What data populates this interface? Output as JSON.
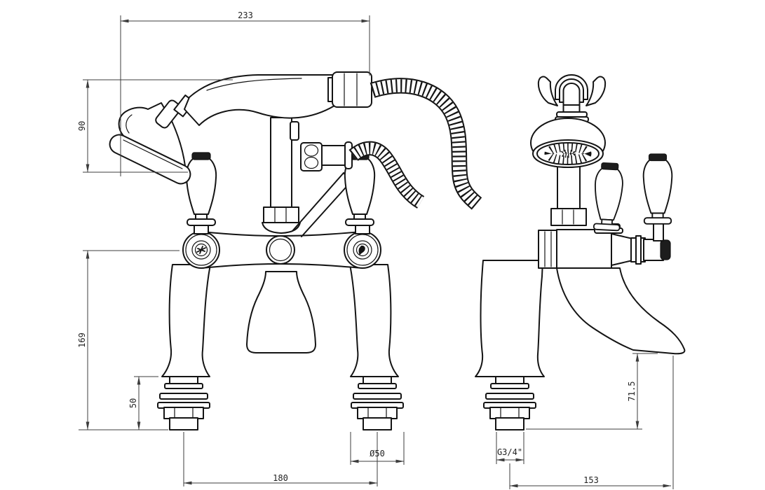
{
  "drawing": {
    "type": "technical-dimension-drawing",
    "subject": "bath-shower-mixer-tap",
    "colors": {
      "background": "#ffffff",
      "ink": "#141414",
      "dimension": "#3c3c3c"
    },
    "dims": {
      "overall_width": "233",
      "handset_height": "90",
      "deck_to_handset_face": "169",
      "shank_length": "50",
      "base_diameter": "Ø50",
      "tap_centres": "180",
      "spout_clearance": "71.5",
      "inlet_thread": "G3/4\"",
      "spout_projection": "153"
    }
  }
}
